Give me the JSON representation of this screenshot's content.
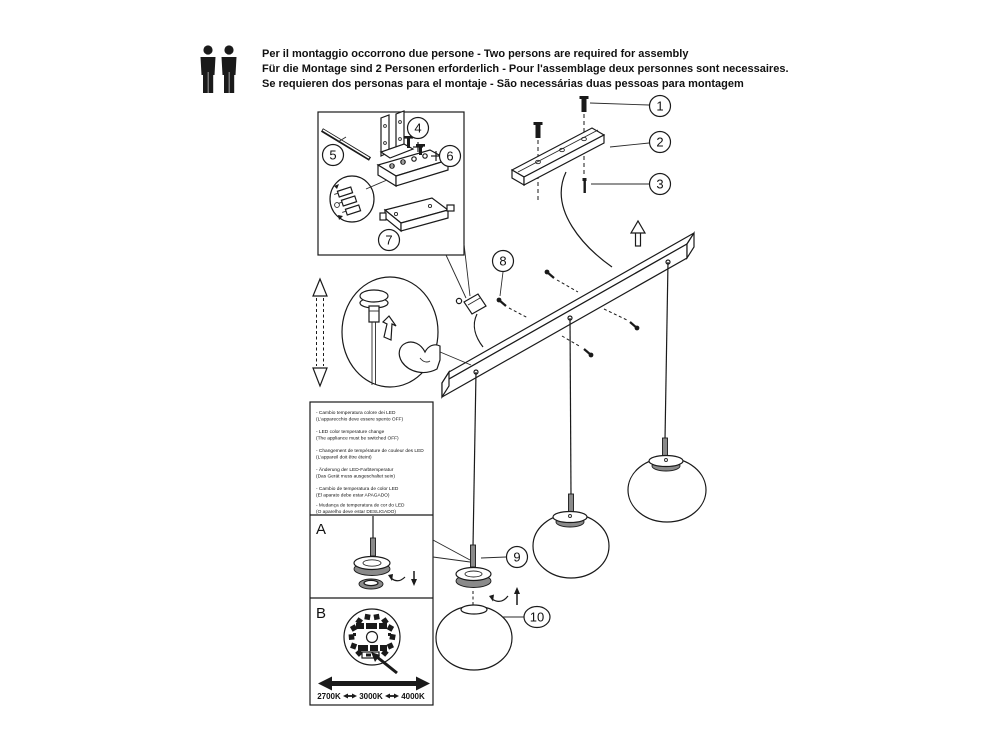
{
  "header": {
    "line1": "Per il montaggio occorrono due persone - Two persons are required for assembly",
    "line2": "Für die Montage sind 2 Personen erforderlich - Pour l'assemblage deux personnes sont necessaires.",
    "line3": "Se requieren dos personas para el montaje - São necessárias duas pessoas para montagem"
  },
  "callouts": {
    "c1": "1",
    "c2": "2",
    "c3": "3",
    "c4": "4",
    "c5": "5",
    "c6": "6",
    "c7": "7",
    "c8": "8",
    "c9": "9",
    "c10": "10"
  },
  "panel": {
    "instructions": [
      {
        "line1": "- Cambio temperatura colore dei LED",
        "line2": "(L'apparecchio deve essere spento OFF)"
      },
      {
        "line1": "- LED color temperature change",
        "line2": "(The appliance must be switched OFF)"
      },
      {
        "line1": "- Changement de température de couleur des LED",
        "line2": "(L'appareil doit être éteint)"
      },
      {
        "line1": "- Änderung der LED-Farbtemperatur",
        "line2": "(Das Gerät muss ausgeschaltet sein)"
      },
      {
        "line1": "- Cambio de temperatura de color LED",
        "line2": "(El aparato debe estar APAGADO)"
      },
      {
        "line1": "- Mudança de temperatura de cor do LED",
        "line2": "(O aparelho deve estar DESLIGADO)"
      }
    ],
    "section_a_label": "A",
    "section_b_label": "B",
    "temperatures": [
      "2700K",
      "3000K",
      "4000K"
    ]
  },
  "colors": {
    "line": "#1a1a1a",
    "background": "#ffffff",
    "metal_gray": "#8a8a8a"
  }
}
